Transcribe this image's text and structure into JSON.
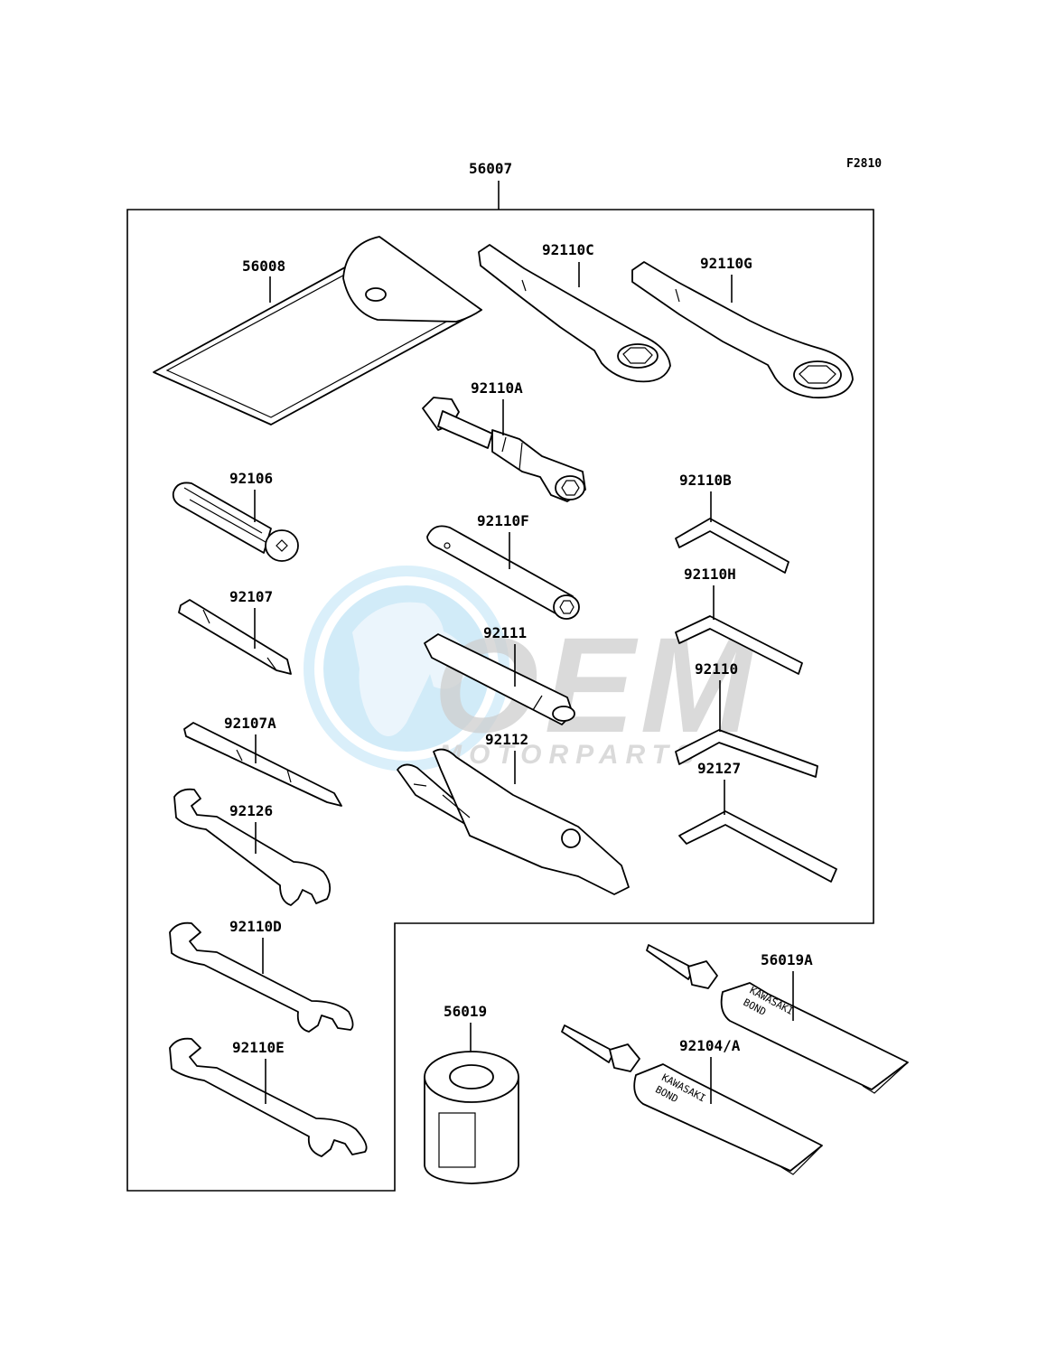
{
  "diagram_code": "F2810",
  "watermark": {
    "brand": "OEM",
    "sub": "MOTORPARTS",
    "colors": {
      "globe": "#bfe3f7",
      "text": "#c8c8c8"
    }
  },
  "tube_text": {
    "brand": "KAWASAKI",
    "product": "BOND"
  },
  "labels": {
    "56007": "56007",
    "56008": "56008",
    "92110C": "92110C",
    "92110G": "92110G",
    "92110A": "92110A",
    "92106": "92106",
    "92110B": "92110B",
    "92110F": "92110F",
    "92110H": "92110H",
    "92107": "92107",
    "92111": "92111",
    "92110": "92110",
    "92107A": "92107A",
    "92112": "92112",
    "92127": "92127",
    "92126": "92126",
    "92110D": "92110D",
    "56019A": "56019A",
    "56019": "56019",
    "92110E": "92110E",
    "92104A": "92104/A"
  }
}
